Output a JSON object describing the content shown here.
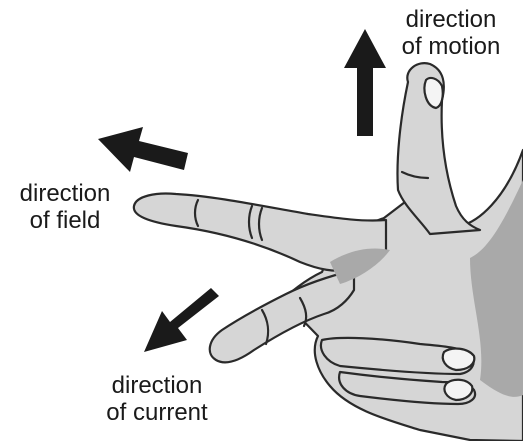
{
  "colors": {
    "skin": "#d6d6d6",
    "skin_shadow": "#a9a9a9",
    "outline": "#2a2a2a",
    "arrow": "#1a1a1a",
    "nail": "#f4f4f4"
  },
  "icons": [
    "motion-arrow",
    "field-arrow",
    "current-arrow",
    "left-hand"
  ],
  "labels": {
    "motion": {
      "line1": "direction",
      "line2": "of motion"
    },
    "field": {
      "line1": "direction",
      "line2": "of field"
    },
    "current": {
      "line1": "direction",
      "line2": "of current"
    }
  }
}
